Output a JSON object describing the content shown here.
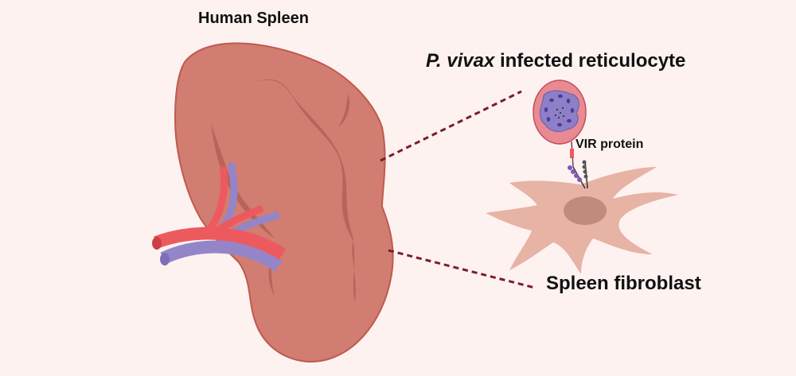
{
  "labels": {
    "spleen": "Human Spleen",
    "reticulocyte_species": "P. vivax",
    "reticulocyte_rest": " infected reticulocyte",
    "vir": "VIR protein",
    "fibroblast": "Spleen fibroblast"
  },
  "colors": {
    "background": "#fdf2f0",
    "spleen_fill": "#d17d72",
    "spleen_outline": "#b85a4f",
    "spleen_shade": "#b8645a",
    "artery": "#ec5a5f",
    "vein": "#9485c9",
    "connector": "#7a1c2c",
    "cell_fill": "#e78a92",
    "parasite_fill": "#8e7fc8",
    "fibroblast_fill": "#e6b3a5",
    "nucleus": "#c08a7c"
  }
}
